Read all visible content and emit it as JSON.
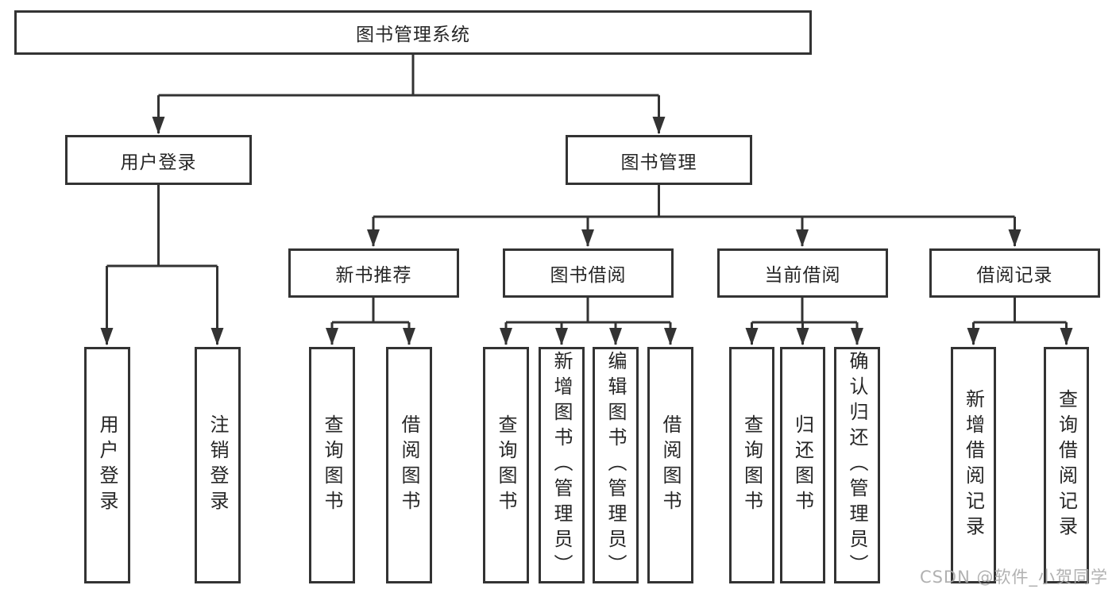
{
  "nodes": {
    "root": "图书管理系统",
    "user_login": "用户登录",
    "book_mgmt": "图书管理",
    "new_book": "新书推荐",
    "borrow": "图书借阅",
    "current": "当前借阅",
    "records": "借阅记录",
    "leaf_user_login": "用户登录",
    "leaf_logout": "注销登录",
    "leaf_nb_query": "查询图书",
    "leaf_nb_borrow": "借阅图书",
    "leaf_bb_query": "查询图书",
    "leaf_bb_add": "新增图书（管理员）",
    "leaf_bb_edit": "编辑图书（管理员）",
    "leaf_bb_borrow": "借阅图书",
    "leaf_cb_query": "查询图书",
    "leaf_cb_return": "归还图书",
    "leaf_cb_confirm": "确认归还（管理员）",
    "leaf_br_add": "新增借阅记录",
    "leaf_br_query": "查询借阅记录"
  },
  "watermark": "CSDN @软件_小贺同学",
  "colors": {
    "line": "#333333",
    "text": "#262626",
    "watermark": "#a8a8a8",
    "background": "#ffffff"
  }
}
